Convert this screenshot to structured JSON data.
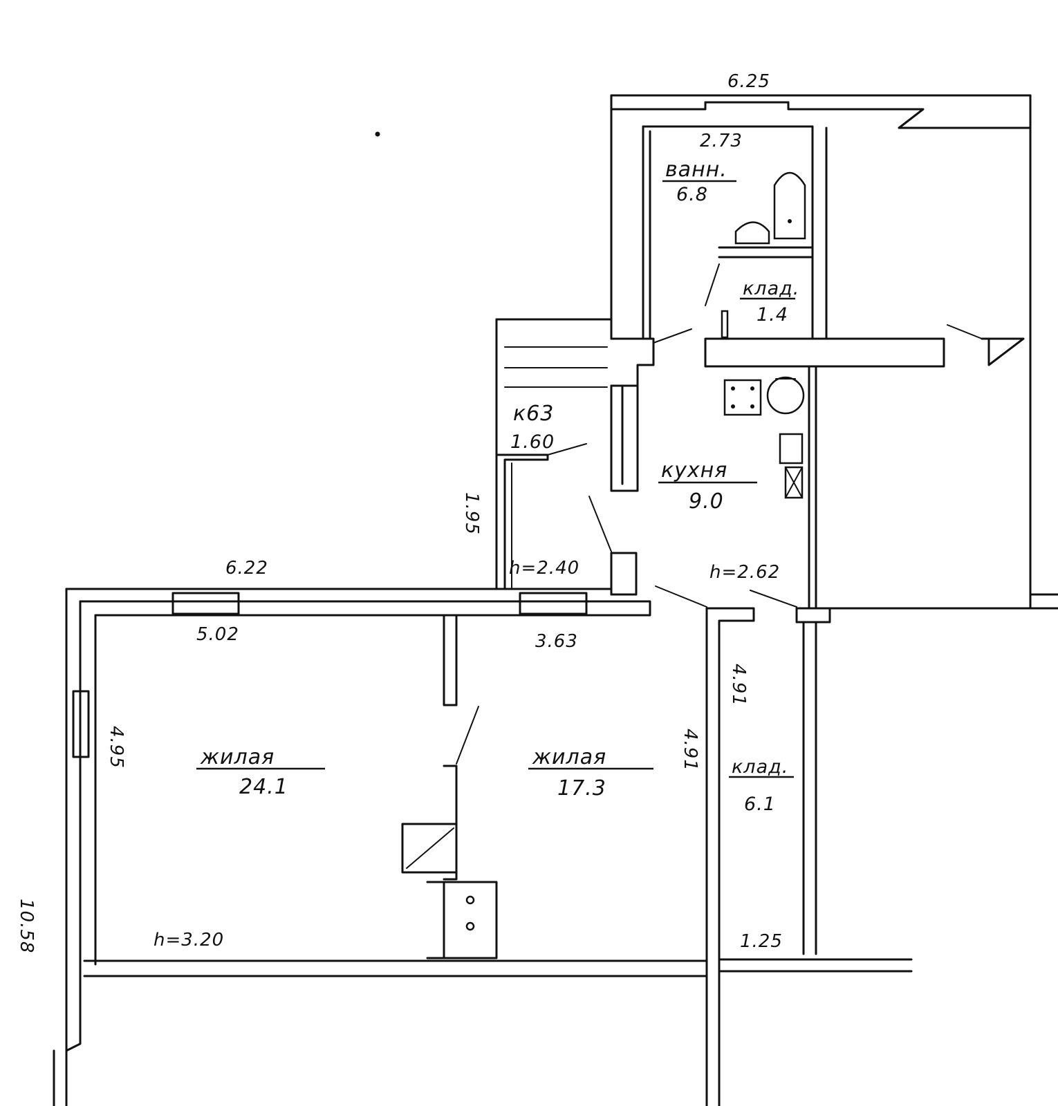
{
  "plan": {
    "dimensions": {
      "top_overall": "6.25",
      "bath_width": "2.73",
      "front_wall": "6.22",
      "room_left_width": "5.02",
      "room_right_width": "3.63",
      "room_left_height": "4.95",
      "lobby_height": "1.95",
      "hall_height": "4.91",
      "corridor_height": "4.91",
      "corridor_width": "1.25",
      "overall_height": "10.58"
    },
    "ceiling_heights": {
      "lobby": "h=2.40",
      "kitchen": "h=2.62",
      "living": "h=3.20"
    },
    "rooms": {
      "bath": {
        "name": "ванн.",
        "area": "6.8"
      },
      "pantry": {
        "name": "клад.",
        "area": "1.4"
      },
      "lobby": {
        "name": "к63",
        "area": "1.60"
      },
      "kitchen": {
        "name": "кухня",
        "area": "9.0"
      },
      "room_large": {
        "name": "жилая",
        "area": "24.1"
      },
      "room_small": {
        "name": "жилая",
        "area": "17.3"
      },
      "corridor": {
        "name": "клад.",
        "area": "6.1"
      }
    }
  }
}
